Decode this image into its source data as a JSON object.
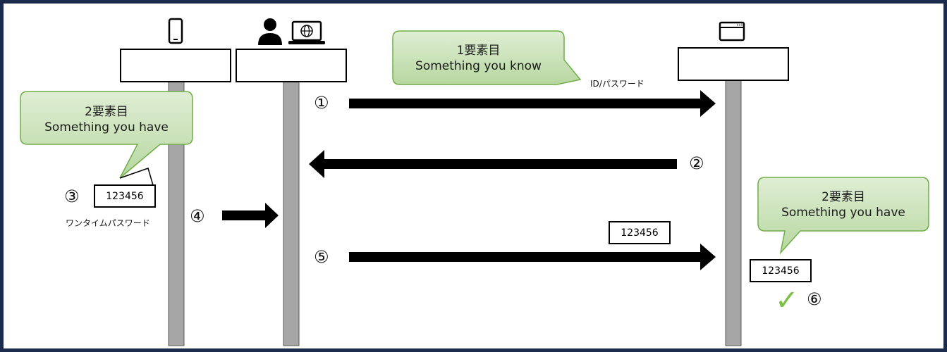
{
  "lifelines": [
    {
      "id": "phone",
      "icon": "smartphone-icon",
      "label": ""
    },
    {
      "id": "user",
      "icon": "user-laptop-icon",
      "label": ""
    },
    {
      "id": "server",
      "icon": "browser-window-icon",
      "label": ""
    }
  ],
  "bubbles": {
    "factor1": {
      "line1": "1要素目",
      "line2": "Something you know"
    },
    "factor2_left": {
      "line1": "2要素目",
      "line2": "Something you have"
    },
    "factor2_right": {
      "line1": "2要素目",
      "line2": "Something you have"
    }
  },
  "labels": {
    "id_password": "ID/パスワード",
    "one_time_password": "ワンタイムパスワード"
  },
  "codes": {
    "phone_code": "123456",
    "sent_code": "123456",
    "server_code": "123456"
  },
  "steps": {
    "s1": "①",
    "s2": "②",
    "s3": "③",
    "s4": "④",
    "s5": "⑤",
    "s6": "⑥"
  },
  "check_mark": "✓",
  "colors": {
    "border": "#1b2b4b",
    "bubble_fill": "#c5dfb4",
    "bubble_stroke": "#70ad47",
    "lifeline": "#a6a6a6",
    "check": "#7ac143"
  }
}
